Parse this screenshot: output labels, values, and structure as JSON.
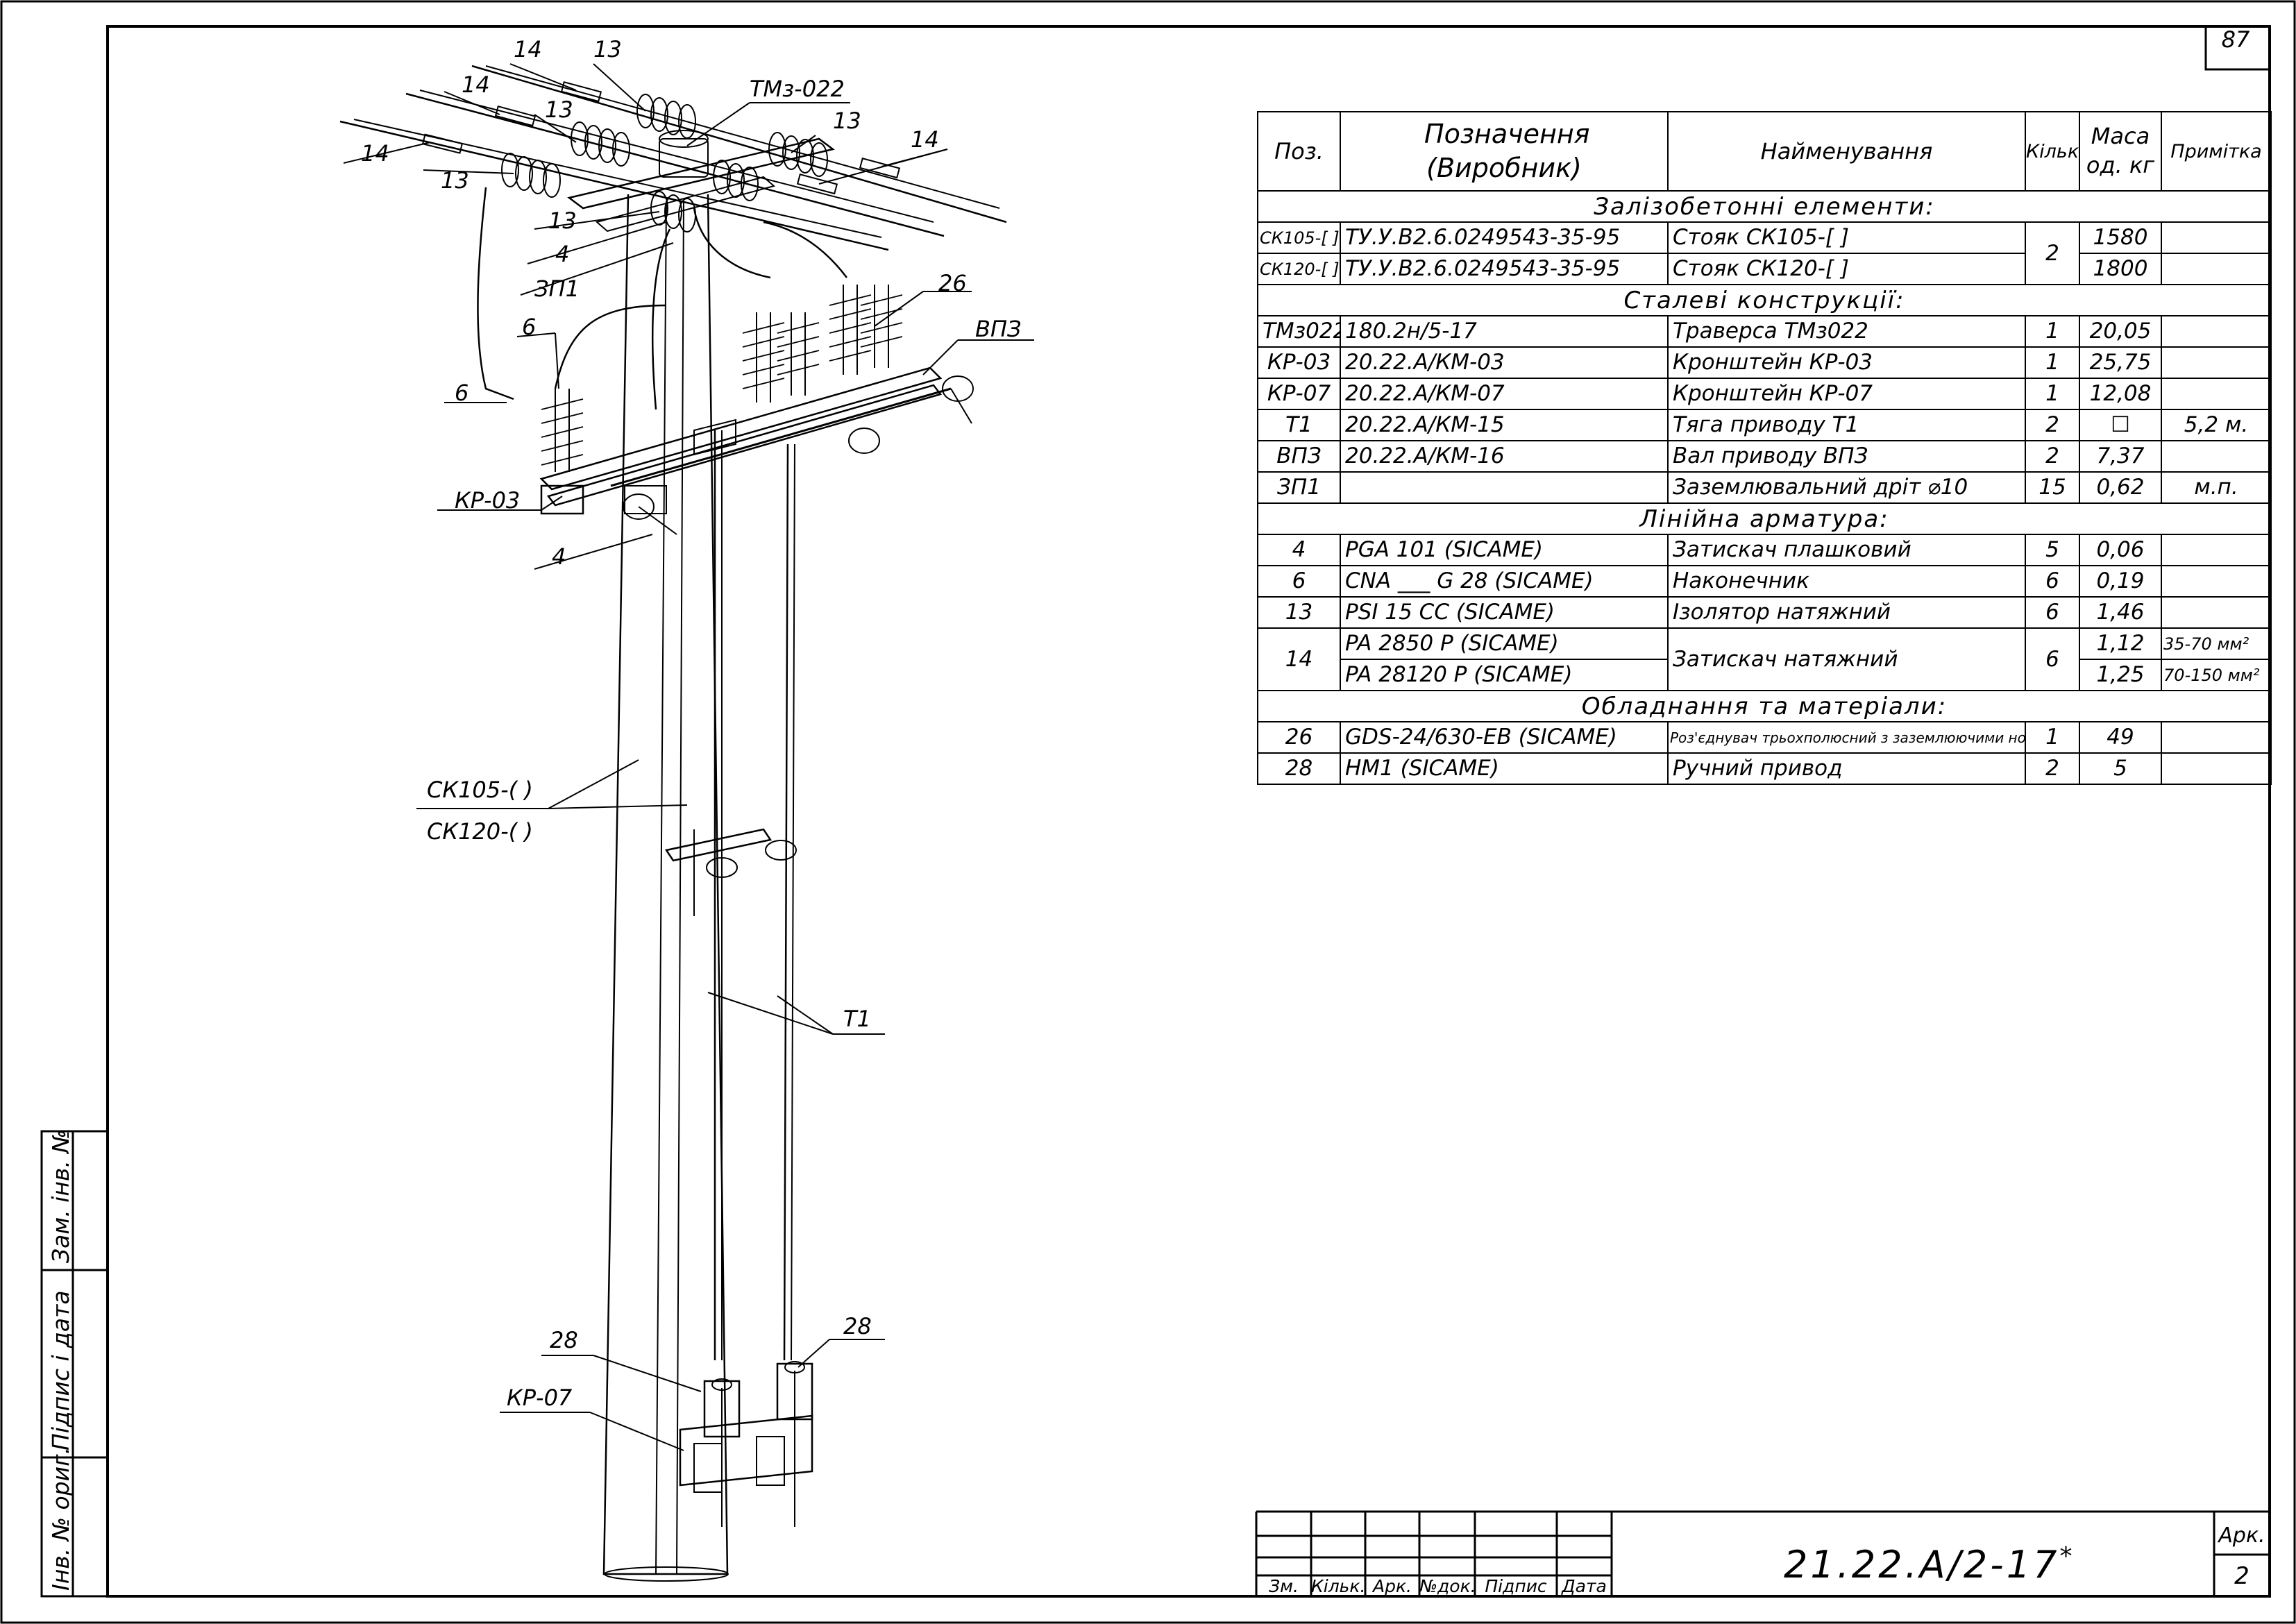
{
  "sheet_number_top": "87",
  "document_code": "21.22.A/2-17",
  "document_code_mark": "*",
  "title_block": {
    "col_labels": [
      "Зм.",
      "Кільк.",
      "Арк.",
      "№док.",
      "Підпис",
      "Дата"
    ],
    "sheet_label": "Арк.",
    "sheet_value": "2"
  },
  "side_stamp": {
    "replaces": "Зам. інв. №",
    "signature": "Підпис і дата",
    "original": "Інв. № ориг."
  },
  "spec_table": {
    "headers": {
      "pos": "Поз.",
      "designation": "Позначення (Виробник)",
      "name": "Найменування",
      "qty": "Кільк.",
      "mass": "Маса од. кг",
      "note": "Примітка"
    },
    "sections": {
      "concrete": "Залізобетонні елементи:",
      "steel": "Сталеві конструкції:",
      "fittings": "Лінійна арматура:",
      "equipment": "Обладнання та матеріали:"
    },
    "rows": {
      "sk105": {
        "pos": "СК105-[  ]",
        "designation": "ТУ.У.В2.6.0249543-35-95",
        "name": "Стояк СК105-[  ]",
        "qty": "2",
        "mass": "1580",
        "note": ""
      },
      "sk120": {
        "pos": "СК120-[  ]",
        "designation": "ТУ.У.В2.6.0249543-35-95",
        "name": "Стояк СК120-[  ]",
        "mass": "1800",
        "note": ""
      },
      "tmz": {
        "pos": "ТМз022",
        "designation": "180.2н/5-17",
        "name": "Траверса  ТМз022",
        "qty": "1",
        "mass": "20,05",
        "note": ""
      },
      "kr03": {
        "pos": "КР-03",
        "designation": "20.22.А/КМ-03",
        "name": "Кронштейн КР-03",
        "qty": "1",
        "mass": "25,75",
        "note": ""
      },
      "kr07": {
        "pos": "КР-07",
        "designation": "20.22.А/КМ-07",
        "name": "Кронштейн КР-07",
        "qty": "1",
        "mass": "12,08",
        "note": ""
      },
      "t1": {
        "pos": "Т1",
        "designation": "20.22.А/КМ-15",
        "name": "Тяга  приводу Т1",
        "qty": "2",
        "mass": "☐",
        "note": "5,2 м."
      },
      "vpz": {
        "pos": "ВПЗ",
        "designation": "20.22.А/КМ-16",
        "name": "Вал  приводу ВПЗ",
        "qty": "2",
        "mass": "7,37",
        "note": ""
      },
      "zp1": {
        "pos": "ЗП1",
        "designation": "",
        "name": "Заземлювальний дріт ⌀10",
        "qty": "15",
        "mass": "0,62",
        "note": "м.п."
      },
      "r4": {
        "pos": "4",
        "designation": "PGA  101   (SICAME)",
        "name": "Затискач  плашковий",
        "qty": "5",
        "mass": "0,06",
        "note": ""
      },
      "r6": {
        "pos": "6",
        "designation": "CNA  ___  G 28   (SICAME)",
        "name": "Наконечник",
        "qty": "6",
        "mass": "0,19",
        "note": ""
      },
      "r13": {
        "pos": "13",
        "designation": "PSI 15 CC   (SICAME)",
        "name": "Ізолятор  натяжний",
        "qty": "6",
        "mass": "1,46",
        "note": ""
      },
      "r14a": {
        "pos": "14",
        "designation": "PA  2850  P   (SICAME)",
        "name": "Затискач  натяжний",
        "qty": "6",
        "mass": "1,12",
        "note": "35-70 мм²"
      },
      "r14b": {
        "designation": "PA  28120  P   (SICAME)",
        "mass": "1,25",
        "note": "70-150 мм²"
      },
      "r26": {
        "pos": "26",
        "designation": "GDS-24/630-EB   (SICAME)",
        "name": "Роз'єднувач трьохполюсний з заземлюючими ножами",
        "qty": "1",
        "mass": "49",
        "note": ""
      },
      "r28": {
        "pos": "28",
        "designation": "HM1   (SICAME)",
        "name": "Ручний  привод",
        "qty": "2",
        "mass": "5",
        "note": ""
      }
    }
  },
  "callouts": {
    "c14a": "14",
    "c13a": "13",
    "tmz": "ТМз-022",
    "c14b": "14",
    "c13b": "13",
    "c14c": "14",
    "c13c": "13",
    "c13d": "13",
    "c14d": "14",
    "c13e": "13",
    "c4a": "4",
    "zp1": "ЗП1",
    "c6a": "6",
    "c26": "26",
    "vpz": "ВПЗ",
    "c6b": "6",
    "kr03": "КР-03",
    "c4b": "4",
    "sk105": "СК105-(   )",
    "sk120": "СК120-(   )",
    "t1": "Т1",
    "c28a": "28",
    "c28b": "28",
    "kr07": "КР-07"
  }
}
